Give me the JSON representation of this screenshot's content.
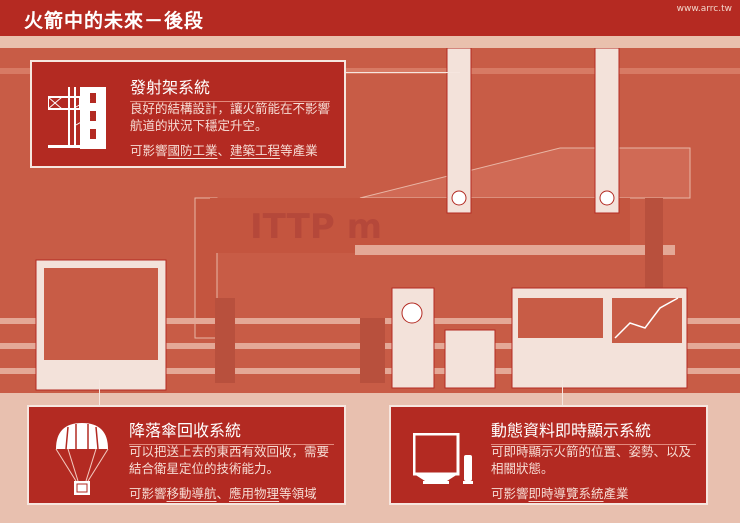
{
  "header": {
    "title": "火箭中的未來－後段",
    "watermark": "www.arrc.tw"
  },
  "colors": {
    "primary": "#b32a22",
    "scene": "#c85c46",
    "light": "#e8c0af"
  },
  "boxes": [
    {
      "title": "發射架系統",
      "icon": "launch-tower-icon",
      "desc": "良好的結構設計，讓火箭能在不影響航道的狀況下穩定升空。",
      "impact_prefix": "可影響",
      "impact_items": [
        "國防工業",
        "建築工程"
      ],
      "sep": "、",
      "impact_suffix": "等產業"
    },
    {
      "title": "降落傘回收系統",
      "icon": "parachute-icon",
      "desc": "可以把送上去的東西有效回收，需要結合衛星定位的技術能力。",
      "impact_prefix": "可影響",
      "impact_items": [
        "移動導航",
        "應用物理"
      ],
      "sep": "、",
      "impact_suffix": "等領域"
    },
    {
      "title": "動態資料即時顯示系統",
      "icon": "monitor-icon",
      "desc": "可即時顯示火箭的位置、姿勢、以及相關狀態。",
      "impact_prefix": "可影響",
      "impact_items": [
        "即時導覽系統"
      ],
      "sep": "",
      "impact_suffix": "產業"
    }
  ]
}
